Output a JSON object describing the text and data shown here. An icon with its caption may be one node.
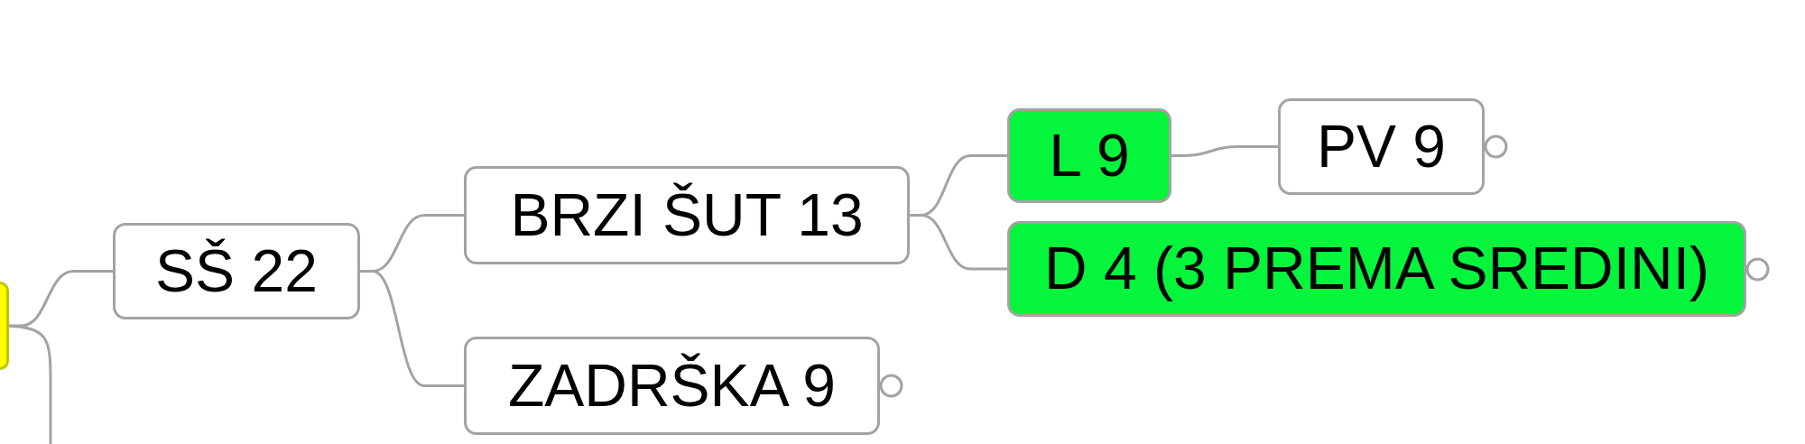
{
  "diagram": {
    "nodes": [
      {
        "text": [],
        "shape": "box"
      },
      {
        "text": [
          "SŠ 22"
        ]
      },
      {
        "text": [
          "BRZI ŠUT 13"
        ]
      },
      {
        "text": [
          "L 9"
        ]
      },
      {
        "text": [
          "PV 9"
        ]
      },
      {
        "text": [
          "D 4 (3 PREMA SREDINI)"
        ]
      },
      {
        "text": [
          "ZADRŠKA 9"
        ]
      }
    ],
    "edges": [
      {
        "from": 0,
        "to": 1,
        "arrow": "none"
      },
      {
        "from": 0,
        "to": null,
        "arrow": "none"
      },
      {
        "from": 1,
        "to": 2,
        "arrow": "none"
      },
      {
        "from": 1,
        "to": 6,
        "arrow": "none"
      },
      {
        "from": 2,
        "to": 3,
        "arrow": "none"
      },
      {
        "from": 2,
        "to": 5,
        "arrow": "none"
      },
      {
        "from": 3,
        "to": 4,
        "arrow": "none"
      }
    ]
  }
}
